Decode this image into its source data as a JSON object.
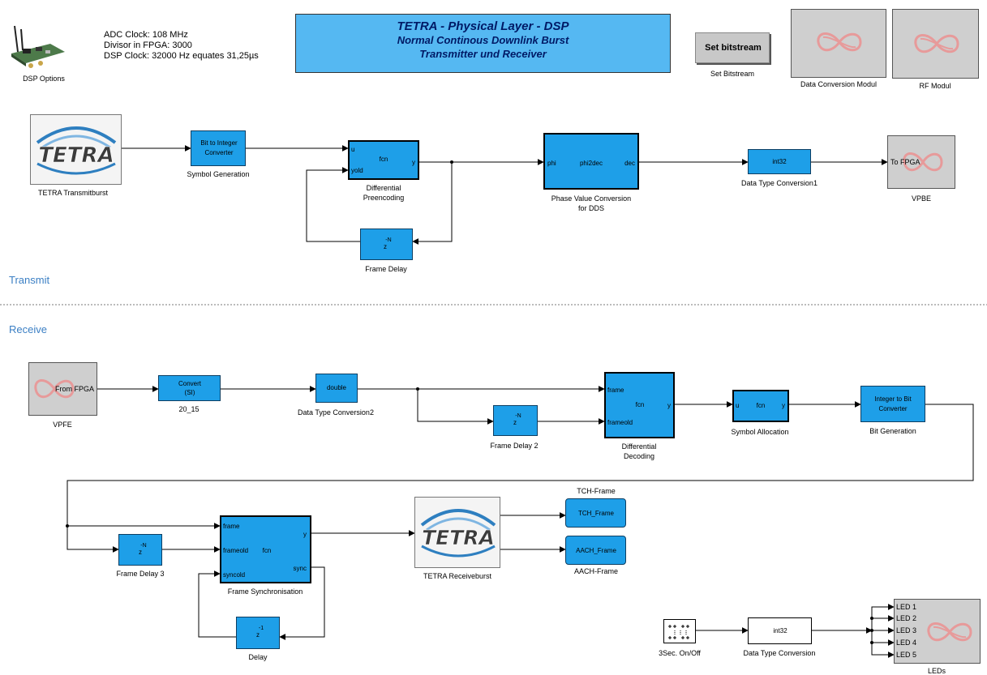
{
  "header": {
    "dsp_options_label": "DSP Options",
    "info_lines": [
      "ADC Clock: 108 MHz",
      "Divisor in FPGA: 3000",
      "DSP Clock: 32000 Hz equates 31,25µs"
    ],
    "title_lines": [
      "TETRA - Physical Layer - DSP",
      "Normal Continous Downlink Burst",
      "Transmitter und Receiver"
    ],
    "set_bitstream_button": "Set bitstream",
    "set_bitstream_caption": "Set Bitstream",
    "data_conversion_label": "Data Conversion Modul",
    "rf_modul_label": "RF Modul"
  },
  "sections": {
    "transmit": "Transmit",
    "receive": "Receive"
  },
  "logo_text": "TETRA",
  "transmit": {
    "tetra_transmit": "TETRA Transmitburst",
    "bit_to_int": {
      "line1": "Bit to Integer",
      "line2": "Converter",
      "caption": "Symbol Generation"
    },
    "diff_pre": {
      "port_u": "u",
      "port_yold": "yold",
      "center": "fcn",
      "port_y": "y",
      "caption1": "Differential",
      "caption2": "Preencoding"
    },
    "frame_delay": {
      "center": "z",
      "sup": "-N",
      "caption": "Frame Delay"
    },
    "phase_conv": {
      "port_phi": "phi",
      "center": "phi2dec",
      "port_dec": "dec",
      "caption1": "Phase Value Conversion",
      "caption2": "for DDS"
    },
    "int32": {
      "center": "int32",
      "caption": "Data Type Conversion1"
    },
    "vpbe": {
      "port": "To FPGA",
      "caption": "VPBE"
    }
  },
  "receive": {
    "vpfe": {
      "port": "From FPGA",
      "caption": "VPFE"
    },
    "convert": {
      "line1": "Convert",
      "line2": "(SI)",
      "caption": "20_15"
    },
    "double": {
      "center": "double",
      "caption": "Data Type Conversion2"
    },
    "frame_delay2": {
      "center": "z",
      "sup": "-N",
      "caption": "Frame Delay 2"
    },
    "diff_dec": {
      "port_frame": "frame",
      "port_frameold": "frameold",
      "center": "fcn",
      "port_y": "y",
      "caption1": "Differential",
      "caption2": "Decoding"
    },
    "symbol_alloc": {
      "port_u": "u",
      "center": "fcn",
      "port_y": "y",
      "caption": "Symbol Allocation"
    },
    "int_to_bit": {
      "line1": "Integer to Bit",
      "line2": "Converter",
      "caption": "Bit Generation"
    },
    "frame_delay3": {
      "center": "z",
      "sup": "-N",
      "caption": "Frame Delay 3"
    },
    "frame_sync": {
      "port_frame": "frame",
      "port_frameold": "frameold",
      "port_syncold": "syncold",
      "center": "fcn",
      "port_y": "y",
      "port_sync": "sync",
      "caption": "Frame Synchronisation"
    },
    "delay": {
      "center": "z",
      "sup": "-1",
      "caption": "Delay"
    },
    "tetra_receive": "TETRA Receiveburst",
    "tch": {
      "center": "TCH_Frame",
      "caption": "TCH-Frame"
    },
    "aach": {
      "center": "AACH_Frame",
      "caption": "AACH-Frame"
    },
    "onoff": {
      "caption": "3Sec. On/Off"
    },
    "int32": {
      "center": "int32",
      "caption": "Data Type Conversion"
    },
    "leds": {
      "ports": [
        "LED 1",
        "LED 2",
        "LED 3",
        "LED 4",
        "LED 5"
      ],
      "caption": "LEDs"
    }
  },
  "colors": {
    "block_fill": "#1e9fe8",
    "title_fill": "#55b8f2",
    "section_text": "#3b7fc4"
  }
}
